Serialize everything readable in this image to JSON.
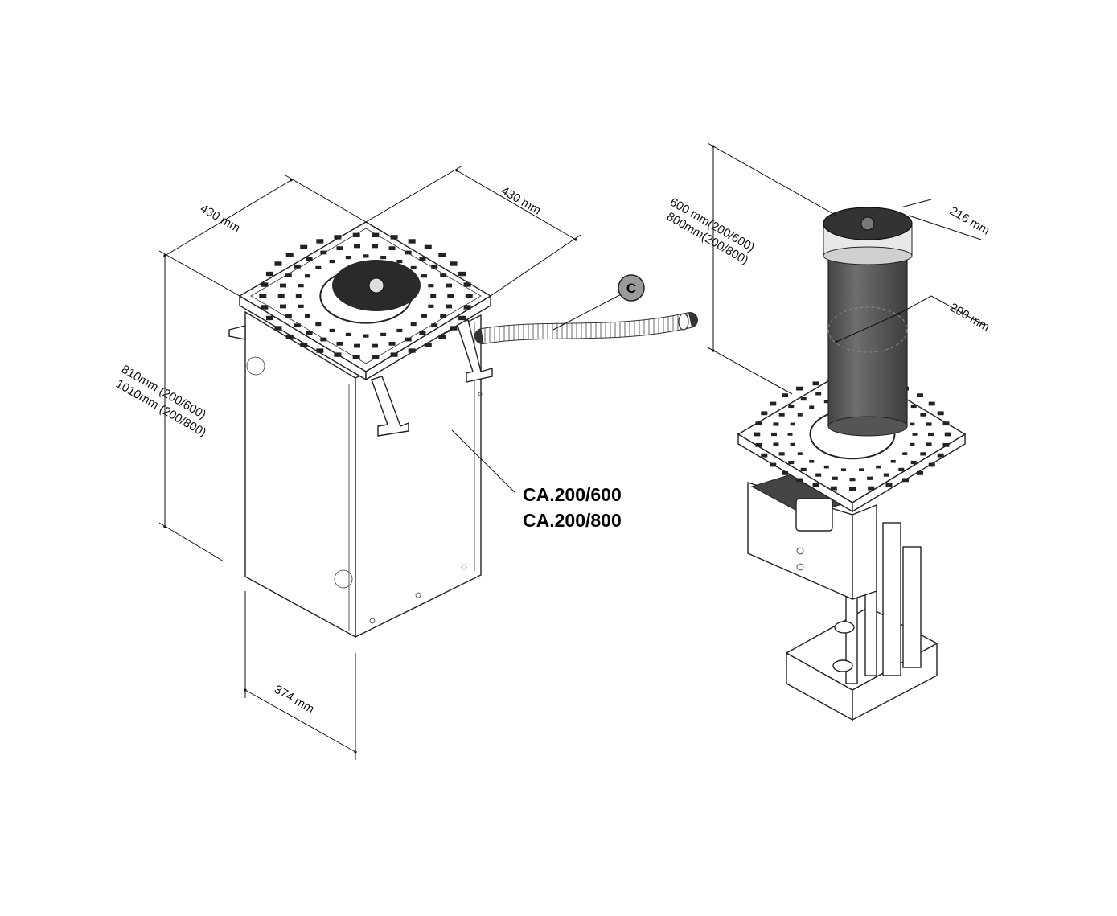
{
  "left_unit": {
    "width_top_left": "430 mm",
    "width_top_right": "430 mm",
    "height_line1": "810mm (200/600)",
    "height_line2": "1010mm (200/800)",
    "base_width": "374 mm",
    "model_line1": "CA.200/600",
    "model_line2": "CA.200/800",
    "callout": "C"
  },
  "right_unit": {
    "height_line1": "600 mm(200/600)",
    "height_line2": "800mm(200/800)",
    "top_diameter": "216 mm",
    "body_diameter": "200 mm"
  },
  "colors": {
    "bollard": "#5a5a5a",
    "grate": "#222222",
    "callout_fill": "#9a9a9a"
  }
}
